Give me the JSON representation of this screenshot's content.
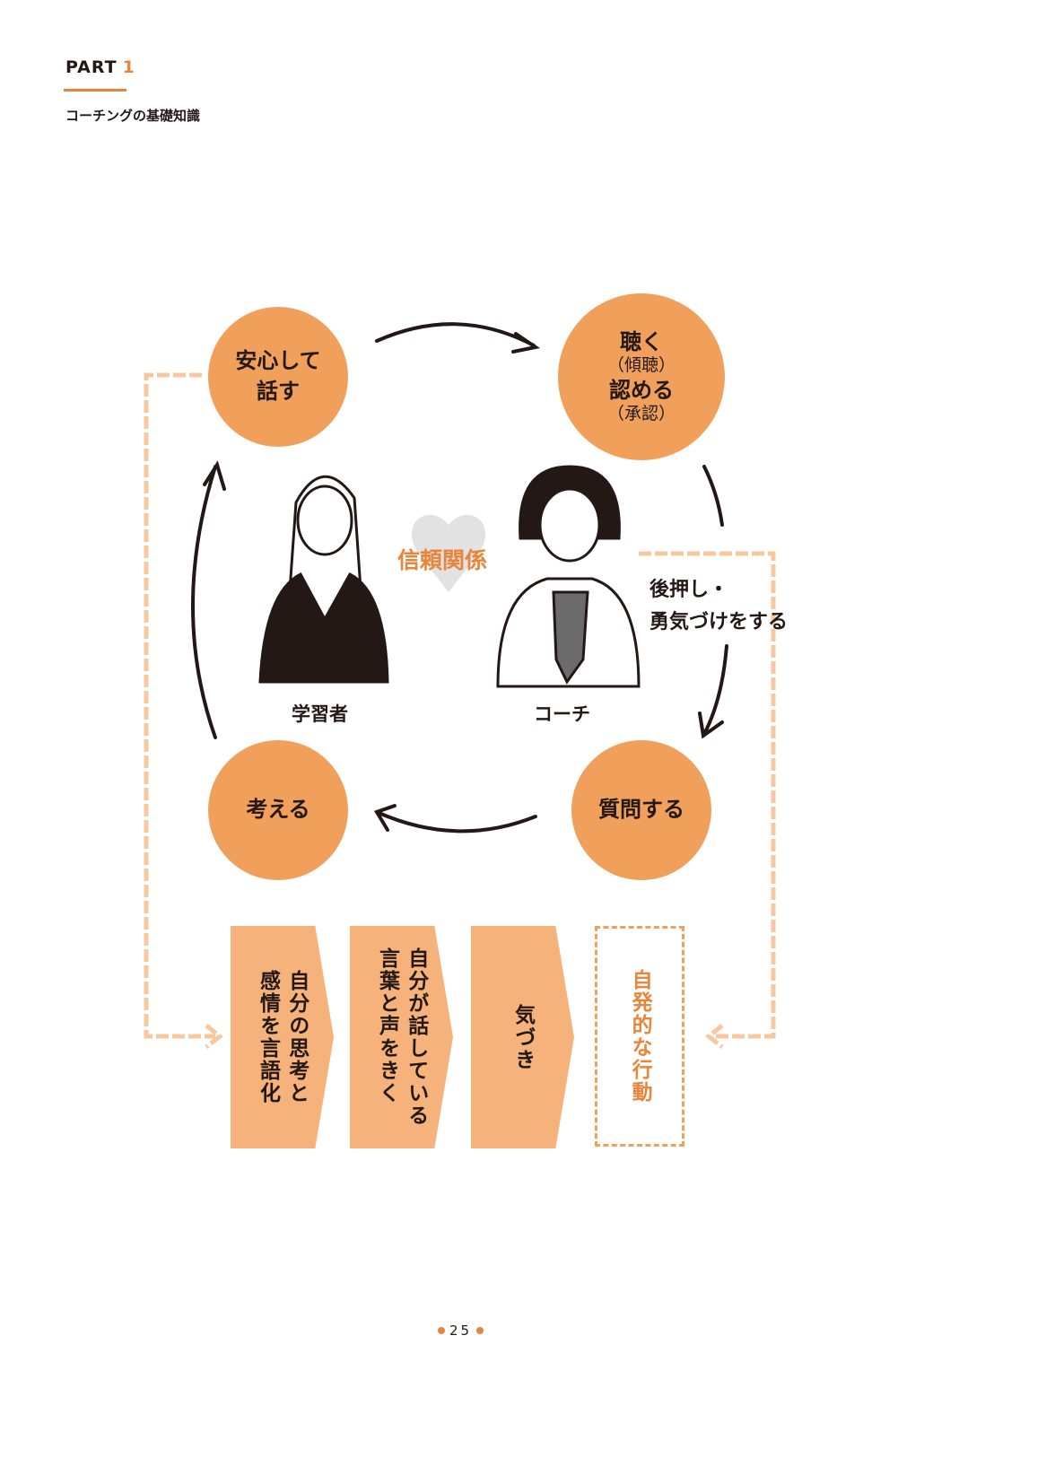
{
  "header": {
    "part_label": "PART",
    "part_number": "1",
    "subtitle": "コーチングの基礎知識"
  },
  "cycle": {
    "top_left": {
      "line1": "安心して",
      "line2": "話す"
    },
    "top_right": {
      "line1": "聴く",
      "line2": "（傾聴）",
      "line3": "認める",
      "line4": "（承認）"
    },
    "bottom_right": "質問する",
    "bottom_left": "考える"
  },
  "people": {
    "learner": "学習者",
    "coach": "コーチ",
    "relationship": "信頼関係"
  },
  "push": {
    "line1": "後押し・",
    "line2": "勇気づけをする"
  },
  "steps": [
    {
      "line1": "自分の思考と",
      "line2": "感情を言語化"
    },
    {
      "line1": "自分が話している",
      "line2": "言葉と声をきく"
    },
    {
      "line1": "気づき"
    },
    {
      "line1": "自発的な行動"
    }
  ],
  "page_number": "25",
  "colors": {
    "accent": "#e8853a",
    "circle": "#f0a05a",
    "step": "#f5b27a",
    "loop": "#f7c8a0"
  }
}
